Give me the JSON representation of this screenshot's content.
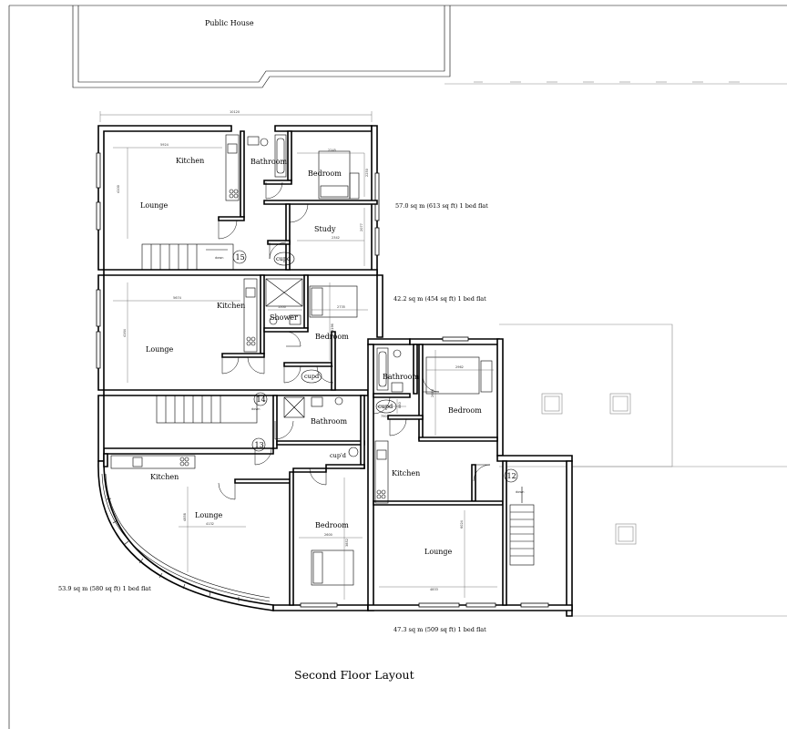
{
  "neighbour": {
    "label": "Public House"
  },
  "title": "Second Floor Layout",
  "overall_dimension": "10120",
  "flats": [
    {
      "number": "15",
      "area": "57.0 sq m (613 sq ft) 1 bed flat"
    },
    {
      "number": "14",
      "area": "42.2 sq m (454 sq ft) 1 bed flat"
    },
    {
      "number": "13",
      "area": "53.9 sq m (580 sq ft) 1 bed flat"
    },
    {
      "number": "12",
      "area": "47.3 sq m (509 sq ft) 1 bed flat"
    }
  ],
  "rooms": {
    "f15_kitchen": "Kitchen",
    "f15_lounge": "Lounge",
    "f15_bathroom": "Bathroom",
    "f15_bedroom": "Bedroom",
    "f15_study": "Study",
    "f15_cupd": "cupd",
    "f14_kitchen": "Kitchen",
    "f14_lounge": "Lounge",
    "f14_shower": "Shower",
    "f14_bedroom": "Bedroom",
    "f14_cupd": "cupd",
    "f13_bathroom": "Bathroom",
    "f13_cupd": "cup'd",
    "f13_kitchen": "Kitchen",
    "f13_lounge": "Lounge",
    "f13_bedroom": "Bedroom",
    "f12_bathroom": "Bathroom",
    "f12_bedroom": "Bedroom",
    "f12_cupd": "cupd",
    "f12_kitchen": "Kitchen",
    "f12_lounge": "Lounge"
  },
  "stair_labels": {
    "s15": "down",
    "s14": "down",
    "s12": "down"
  },
  "dimensions": {
    "f15_lounge_w": "5924",
    "f15_lounge_h": "4100",
    "f15_bed_w": "2245",
    "f15_bed_h": "2250",
    "f15_study_w": "2342",
    "f15_study_h": "2077",
    "f14_lounge_w": "5674",
    "f14_lounge_h": "4164",
    "f14_shower_w": "1500",
    "f14_bed_w": "2735",
    "f14_bed_h": "3196",
    "f12_bed_w": "2962",
    "f12_bed_h": "2680",
    "f12_cup_w": "790",
    "f12_cup_h": "880",
    "f13_lounge_w": "4132",
    "f13_lounge_h": "4858",
    "f13_bed_w": "2600",
    "f13_bed_h": "3852",
    "f12_lounge_w": "4833",
    "f12_lounge_h": "6024"
  }
}
